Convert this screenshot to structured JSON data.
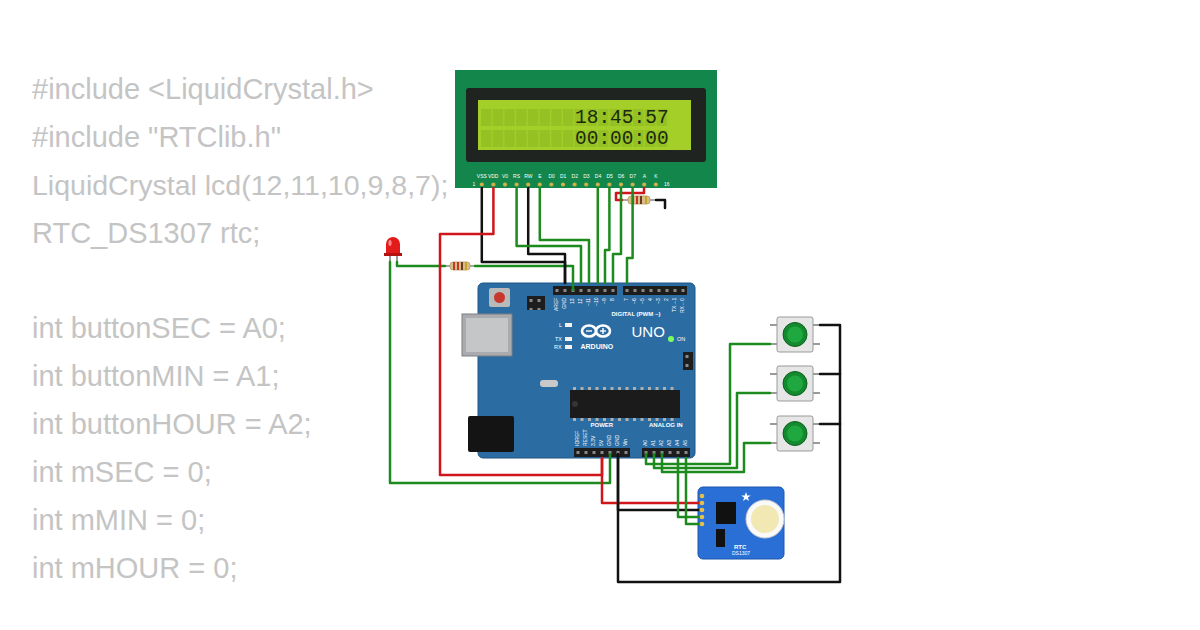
{
  "diagram": {
    "nodes": [
      {
        "text": [
          "18:45:57",
          "00:00:00"
        ]
      },
      {
        "text": [
          "UNO",
          "ARDUINO"
        ]
      },
      {
        "text": [
          "RTC",
          "DS1307"
        ]
      }
    ],
    "edges": [
      {
        "from": 0,
        "to": 1,
        "arrow": "none"
      },
      {
        "from": 0,
        "to": 1,
        "arrow": "none"
      },
      {
        "from": 0,
        "to": 1,
        "arrow": "none"
      },
      {
        "from": 0,
        "to": 1,
        "arrow": "none"
      },
      {
        "from": 0,
        "to": 1,
        "arrow": "none"
      },
      {
        "from": 0,
        "to": 1,
        "arrow": "none"
      },
      {
        "from": 0,
        "to": 1,
        "arrow": "none"
      },
      {
        "from": 0,
        "to": 1,
        "arrow": "none"
      },
      {
        "from": 0,
        "to": 1,
        "arrow": "none"
      },
      {
        "from": 1,
        "to": 2,
        "arrow": "none"
      },
      {
        "from": 1,
        "to": 2,
        "arrow": "none"
      },
      {
        "from": 1,
        "to": 2,
        "arrow": "none"
      },
      {
        "from": 1,
        "to": 2,
        "arrow": "none"
      }
    ],
    "labels": [
      "#include <LiquidCrystal.h>",
      "#include \"RTClib.h\"",
      "LiquidCrystal lcd(12,11,10,9,8,7);",
      "RTC_DS1307 rtc;",
      "int buttonSEC = A0;",
      "int buttonMIN = A1;",
      "int buttonHOUR = A2;",
      "int mSEC = 0;",
      "int mMIN = 0;",
      "int mHOUR = 0;",
      "VSS",
      "VDD",
      "V0",
      "RS",
      "RW",
      "E",
      "D0",
      "D1",
      "D2",
      "D3",
      "D4",
      "D5",
      "D6",
      "D7",
      "A",
      "K",
      "1",
      "16",
      "AREF",
      "GND",
      "13",
      "12",
      "~11",
      "~10",
      "~9",
      "8",
      "7",
      "~6",
      "~5",
      "4",
      "~3",
      "2",
      "TX→1",
      "RX←0",
      "DIGITAL (PWM ~)",
      "L",
      "TX",
      "RX",
      "ON",
      "IOREF",
      "RESET",
      "3.3V",
      "5V",
      "GND",
      "GND",
      "Vin",
      "A0",
      "A1",
      "A2",
      "A3",
      "A4",
      "A5",
      "POWER",
      "ANALOG IN"
    ]
  }
}
